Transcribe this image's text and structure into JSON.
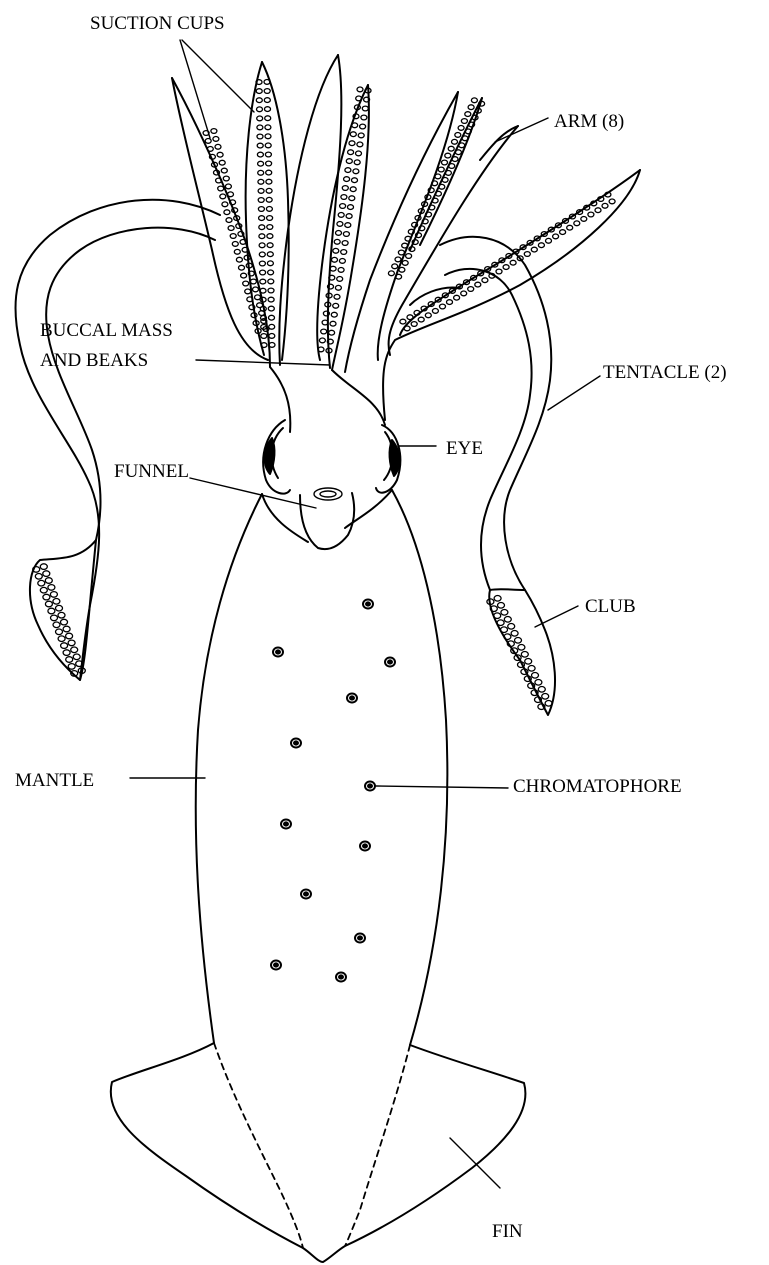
{
  "labels": {
    "suction_cups": "SUCTION CUPS",
    "arm": "ARM (8)",
    "buccal_1": "BUCCAL MASS",
    "buccal_2": "AND BEAKS",
    "tentacle": "TENTACLE (2)",
    "eye": "EYE",
    "funnel": "FUNNEL",
    "club": "CLUB",
    "mantle": "MANTLE",
    "chromatophore": "CHROMATOPHORE",
    "fin": "FIN"
  }
}
